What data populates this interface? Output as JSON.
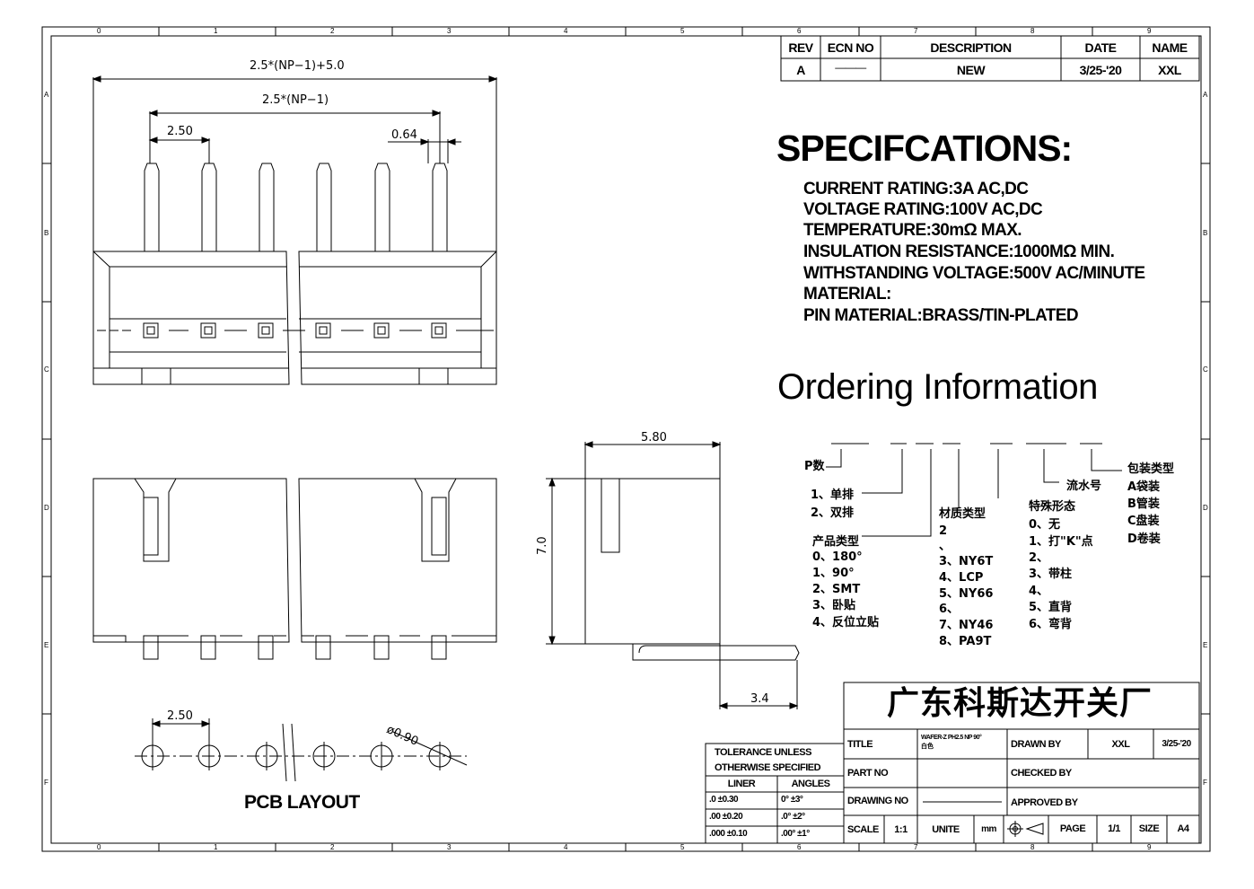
{
  "grid": {
    "cols": [
      "0",
      "1",
      "2",
      "3",
      "4",
      "5",
      "6",
      "7",
      "8",
      "9"
    ],
    "rows": [
      "A",
      "B",
      "C",
      "D",
      "E",
      "F"
    ]
  },
  "revision": {
    "headers": [
      "REV",
      "ECN NO",
      "DESCRIPTION",
      "DATE",
      "NAME"
    ],
    "row": [
      "A",
      "———",
      "NEW",
      "3/25-'20",
      "XXL"
    ]
  },
  "specifications": {
    "title": "SPECIFCATIONS:",
    "lines": [
      "CURRENT RATING:3A AC,DC",
      "VOLTAGE RATING:100V AC,DC",
      "TEMPERATURE:30mΩ MAX.",
      "INSULATION RESISTANCE:1000MΩ MIN.",
      "WITHSTANDING VOLTAGE:500V AC/MINUTE",
      "MATERIAL:",
      "PIN MATERIAL:BRASS/TIN-PLATED"
    ]
  },
  "ordering": {
    "title": "Ordering Information",
    "p_label": "P数",
    "rows_title": "",
    "rows_items": [
      "1、单排",
      "2、双排"
    ],
    "product_title": "产品类型",
    "product_items": [
      "0、180°",
      "1、90°",
      "2、SMT",
      "3、卧贴",
      "4、反位立贴"
    ],
    "material_title": "材质类型",
    "material_items": [
      "2",
      "、",
      "3、NY6T",
      "4、LCP",
      "5、NY66",
      "6、",
      "7、NY46",
      "8、PA9T"
    ],
    "special_title": "特殊形态",
    "special_items": [
      "0、无",
      "1、打\"K\"点",
      "2、",
      "3、带柱",
      "4、",
      "5、直背",
      "6、弯背"
    ],
    "serial_label": "流水号",
    "package_title": "包装类型",
    "package_items": [
      "A袋装",
      "B管装",
      "C盘装",
      "D卷装"
    ]
  },
  "dimensions": {
    "overall": "2.5*(NP−1)+5.0",
    "span": "2.5*(NP−1)",
    "pitch": "2.50",
    "pin_width": "0.64",
    "depth": "5.80",
    "height": "7.0",
    "tail": "3.4",
    "pcb_pitch": "2.50",
    "hole": "ø0.90"
  },
  "pcb_label": "PCB LAYOUT",
  "title_block": {
    "company": "广东科斯达开关厂",
    "title_label": "TITLE",
    "title_value_1": "WAFER-Z PH2.5 NP 90°",
    "title_value_2": "白色",
    "drawn_by_label": "DRAWN BY",
    "drawn_by": "XXL",
    "drawn_date": "3/25-'20",
    "part_no_label": "PART NO",
    "checked_by_label": "CHECKED BY",
    "drawing_no_label": "DRAWING NO",
    "approved_by_label": "APPROVED BY",
    "scale_label": "SCALE",
    "scale": "1:1",
    "unite_label": "UNITE",
    "unite": "mm",
    "page_label": "PAGE",
    "page": "1/1",
    "size_label": "SIZE",
    "size": "A4"
  },
  "tolerance": {
    "header_1": "TOLERANCE UNLESS",
    "header_2": "OTHERWISE SPECIFIED",
    "liner_label": "LINER",
    "angles_label": "ANGLES",
    "rows": [
      [
        ".0  ±0.30",
        "0°  ±3°"
      ],
      [
        ".00  ±0.20",
        ".0°  ±2°"
      ],
      [
        ".000 ±0.10",
        ".00° ±1°"
      ]
    ]
  }
}
